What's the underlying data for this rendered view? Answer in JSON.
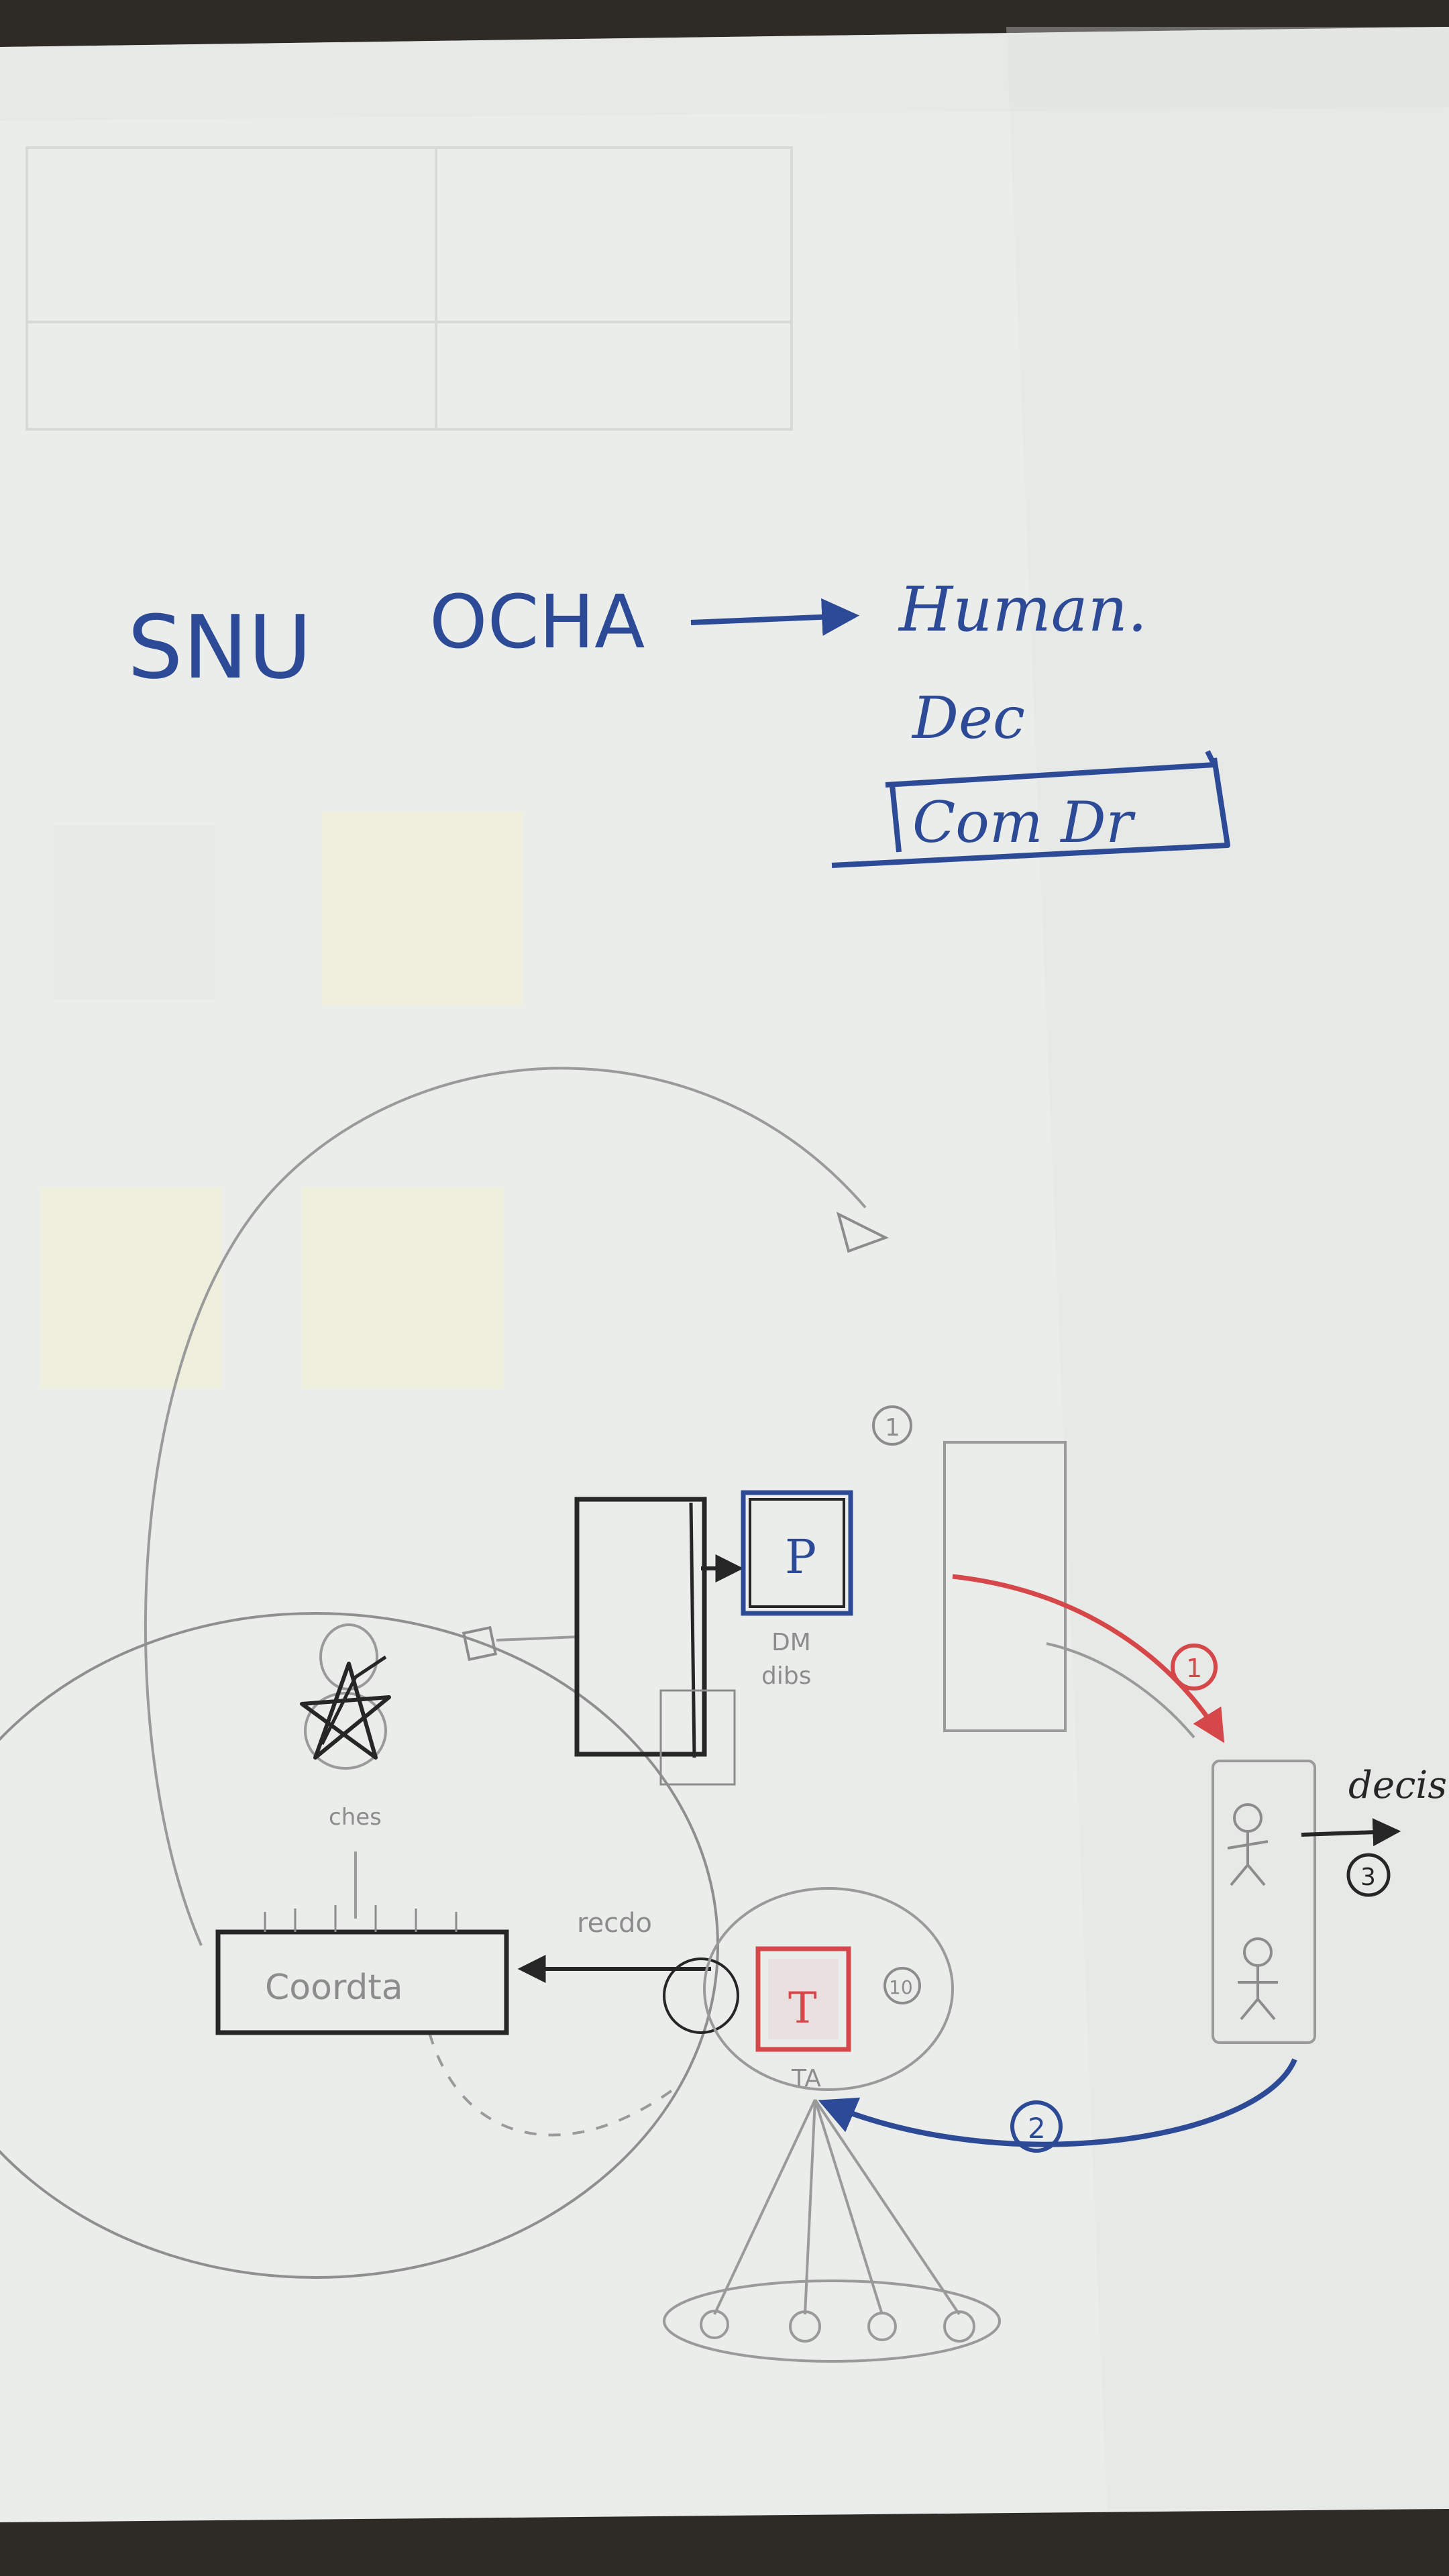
{
  "colors": {
    "paper": "#ebedeb",
    "paper_shade": "#dfe2df",
    "ink_blue": "#2c4a96",
    "ink_black": "#262626",
    "ink_red": "#d6474a",
    "pencil": "#8c8c8c",
    "sticky_note": "#f3f0d4",
    "table_edge": "#3a2e22"
  },
  "header": {
    "text_1": "SNU",
    "text_2": "OCHA",
    "text_3": "Human.",
    "text_4": "Dec",
    "text_5": "Com Dr"
  },
  "diagram": {
    "badge_1": "1",
    "badge_2": "2",
    "badge_3": "3",
    "badge_10": "10",
    "box_p_letter": "P",
    "box_t_letter": "T",
    "pencil_label_dm": "DM",
    "pencil_label_dm_sub": "dibs",
    "pencil_label_star": "ches",
    "coord_label": "Coordta",
    "recv_label": "recdo",
    "decision_label": "decisi",
    "ta_label": "TA"
  }
}
